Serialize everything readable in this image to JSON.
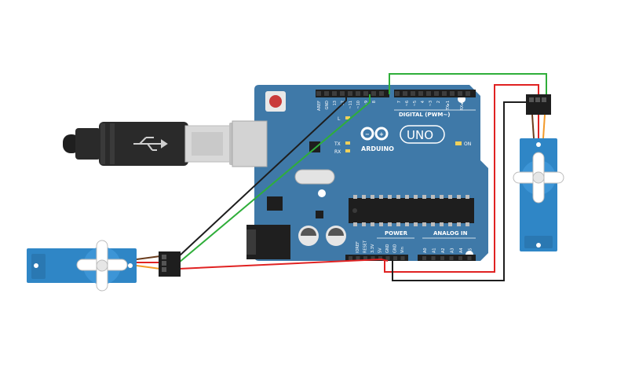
{
  "board": {
    "digital_label": "DIGITAL (PWM~)",
    "brand": "ARDUINO",
    "model": "UNO",
    "on_label": "ON",
    "tx_label": "TX",
    "rx_label": "RX",
    "l_label": "L",
    "power_label": "POWER",
    "analog_label": "ANALOG IN",
    "digital_pins": [
      "AREF",
      "GND",
      "13",
      "12",
      "~11",
      "~10",
      "~9",
      "8",
      "7",
      "~6",
      "~5",
      "4",
      "~3",
      "2",
      "TX▸1",
      "RX◂0"
    ],
    "power_pins": [
      "IOREF",
      "RESET",
      "3.3V",
      "5V",
      "GND",
      "GND",
      "Vin"
    ],
    "analog_pins": [
      "A0",
      "A1",
      "A2",
      "A3",
      "A4",
      "A5"
    ]
  },
  "colors": {
    "board": "#3f79a8",
    "wire_signal": "#2fae3a",
    "wire_power": "#e02222",
    "wire_ground": "#1e1e1e",
    "servo": "#2f86c6"
  },
  "icons": {
    "usb_symbol": "usb-icon",
    "logo": "arduino-infinity-logo"
  }
}
